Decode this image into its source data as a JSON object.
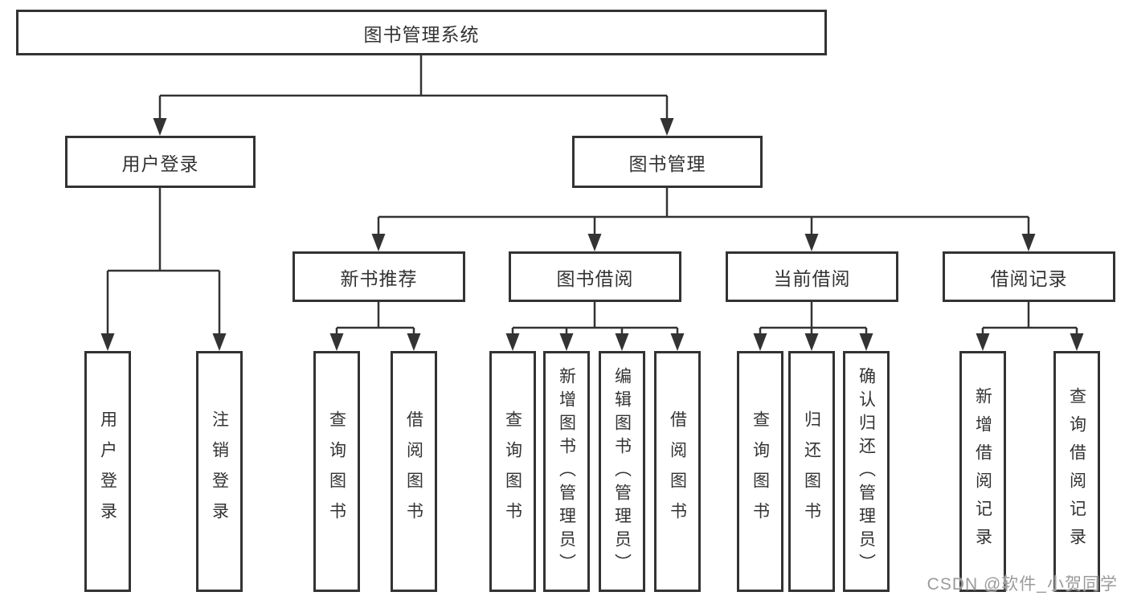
{
  "title": "图书管理系统",
  "watermark": "CSDN @软件_小贺同学",
  "colors": {
    "line": "#333333",
    "text": "#333333",
    "background": "#ffffff",
    "watermark": "#9b9b9b"
  },
  "tree": {
    "root": {
      "label": "图书管理系统"
    },
    "branches": [
      {
        "label": "用户登录",
        "children": [
          {
            "label": "用户登录"
          },
          {
            "label": "注销登录"
          }
        ]
      },
      {
        "label": "图书管理",
        "children": [
          {
            "label": "新书推荐",
            "children": [
              {
                "label": "查询图书"
              },
              {
                "label": "借阅图书"
              }
            ]
          },
          {
            "label": "图书借阅",
            "children": [
              {
                "label": "查询图书"
              },
              {
                "label": "新增图书（管理员）"
              },
              {
                "label": "编辑图书（管理员）"
              },
              {
                "label": "借阅图书"
              }
            ]
          },
          {
            "label": "当前借阅",
            "children": [
              {
                "label": "查询图书"
              },
              {
                "label": "归还图书"
              },
              {
                "label": "确认归还（管理员）"
              }
            ]
          },
          {
            "label": "借阅记录",
            "children": [
              {
                "label": "新增借阅记录"
              },
              {
                "label": "查询借阅记录"
              }
            ]
          }
        ]
      }
    ]
  }
}
